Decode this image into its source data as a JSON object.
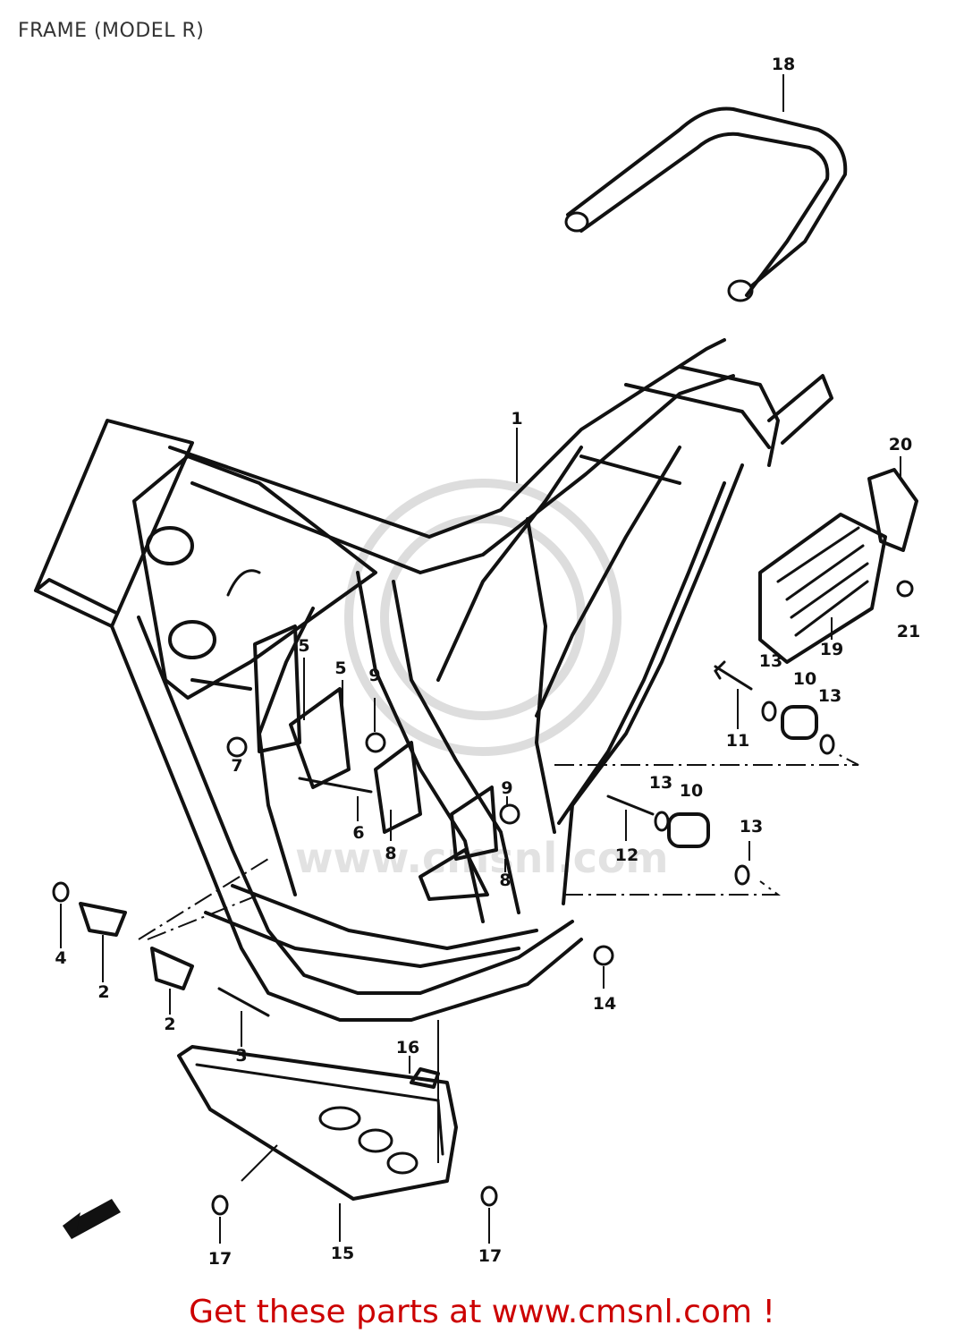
{
  "title": "FRAME (MODEL R)",
  "footer": "Get these parts at www.cmsnl.com !",
  "colors": {
    "line": "#111111",
    "footer": "#cc0000",
    "watermark": "#dddddd"
  },
  "watermark": {
    "text": "www.cmsnl.com"
  },
  "labels": [
    {
      "id": "label-18",
      "text": "18"
    },
    {
      "id": "label-1",
      "text": "1"
    },
    {
      "id": "label-20",
      "text": "20"
    },
    {
      "id": "label-21",
      "text": "21"
    },
    {
      "id": "label-19",
      "text": "19"
    },
    {
      "id": "label-13a",
      "text": "13"
    },
    {
      "id": "label-10a",
      "text": "10"
    },
    {
      "id": "label-13b",
      "text": "13"
    },
    {
      "id": "label-11",
      "text": "11"
    },
    {
      "id": "label-5a",
      "text": "5"
    },
    {
      "id": "label-5b",
      "text": "5"
    },
    {
      "id": "label-9a",
      "text": "9"
    },
    {
      "id": "label-7",
      "text": "7"
    },
    {
      "id": "label-6",
      "text": "6"
    },
    {
      "id": "label-8a",
      "text": "8"
    },
    {
      "id": "label-9b",
      "text": "9"
    },
    {
      "id": "label-13c",
      "text": "13"
    },
    {
      "id": "label-10b",
      "text": "10"
    },
    {
      "id": "label-12",
      "text": "12"
    },
    {
      "id": "label-13d",
      "text": "13"
    },
    {
      "id": "label-8b",
      "text": "8"
    },
    {
      "id": "label-4",
      "text": "4"
    },
    {
      "id": "label-2a",
      "text": "2"
    },
    {
      "id": "label-2b",
      "text": "2"
    },
    {
      "id": "label-3",
      "text": "3"
    },
    {
      "id": "label-14",
      "text": "14"
    },
    {
      "id": "label-16",
      "text": "16"
    },
    {
      "id": "label-17a",
      "text": "17"
    },
    {
      "id": "label-15",
      "text": "15"
    },
    {
      "id": "label-17b",
      "text": "17"
    }
  ],
  "fwd_marker": "FWD"
}
